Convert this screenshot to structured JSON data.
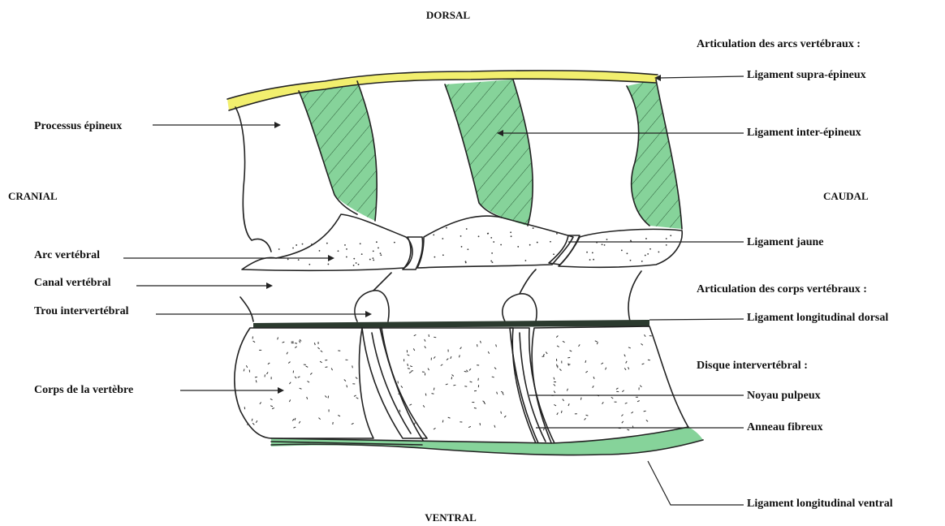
{
  "orientation": {
    "dorsal": "DORSAL",
    "ventral": "VENTRAL",
    "cranial": "CRANIAL",
    "caudal": "CAUDAL"
  },
  "left_labels": {
    "processus": "Processus épineux",
    "arc": "Arc vertébral",
    "canal": "Canal vertébral",
    "trou": "Trou intervertébral",
    "corps": "Corps de la vertèbre"
  },
  "right_labels": {
    "head_arcs": "Articulation des arcs vertébraux :",
    "supra": "Ligament supra-épineux",
    "inter": "Ligament inter-épineux",
    "jaune": "Ligament jaune",
    "head_corps": "Articulation des corps vertébraux :",
    "long_dorsal": "Ligament longitudinal dorsal",
    "head_disque": "Disque intervertébral :",
    "noyau": "Noyau pulpeux",
    "anneau": "Anneau fibreux",
    "long_ventral": "Ligament longitudinal ventral"
  },
  "colors": {
    "ligament_green": "#86d39a",
    "ligament_yellow": "#f2ef6e",
    "outline": "#222222",
    "bone_speckle": "#333333"
  }
}
